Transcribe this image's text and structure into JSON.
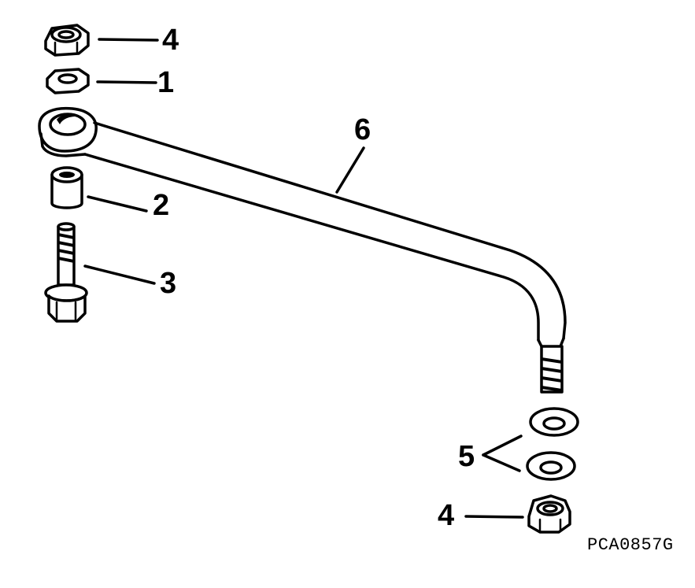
{
  "callouts": {
    "nut_top": "4",
    "washer_top": "1",
    "spacer": "2",
    "bolt": "3",
    "link_rod": "6",
    "washers_bottom": "5",
    "nut_bottom": "4"
  },
  "figure_code": "PCA0857G"
}
